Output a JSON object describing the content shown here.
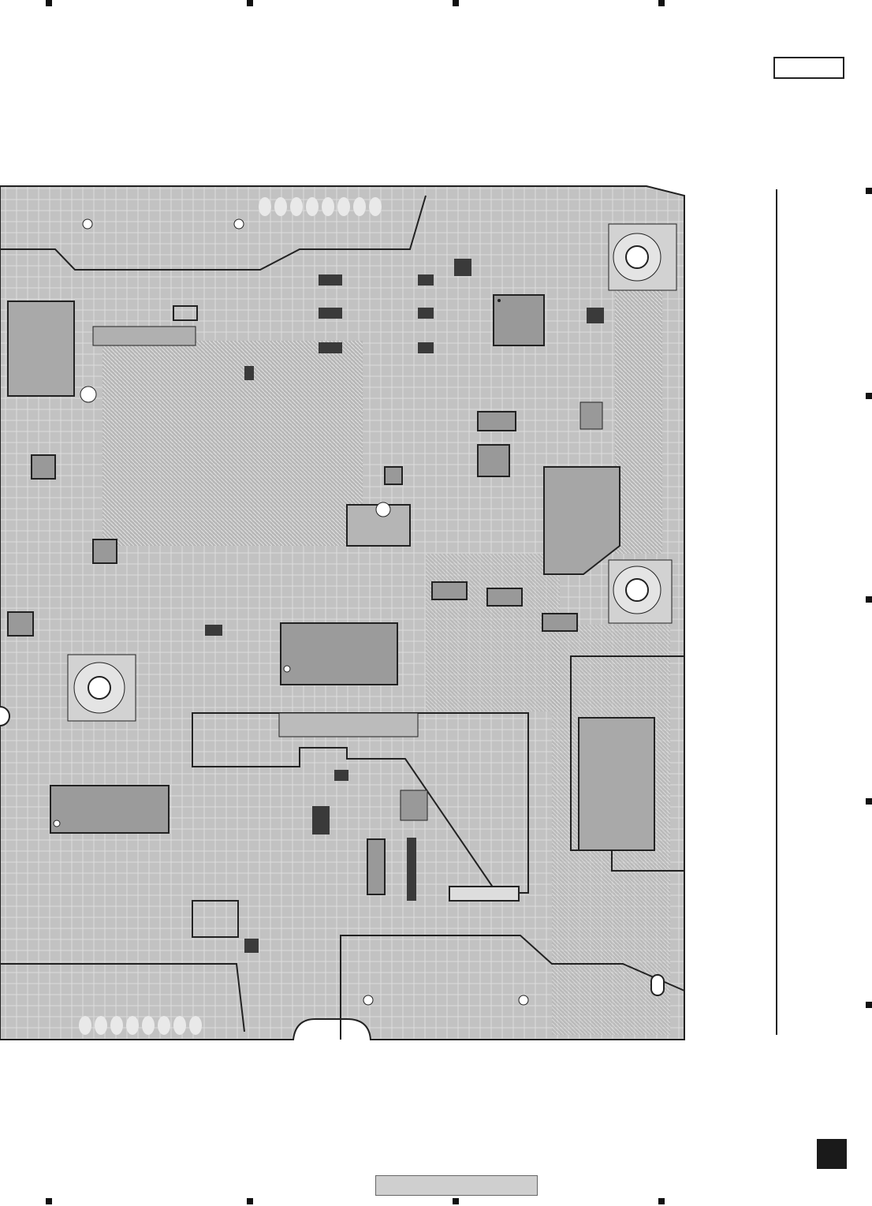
{
  "document": {
    "type": "pcb-layout-page",
    "reference_box_text": "",
    "footer_text": "",
    "page_badge_text": ""
  },
  "colors": {
    "board_fill": "#bdbdbd",
    "trace": "#ffffff",
    "outline": "#222222",
    "component": "#2b2b2b",
    "marker": "#111111"
  },
  "icons": [
    "registration-mark",
    "mounting-hole",
    "ic-chip",
    "connector-pad"
  ]
}
